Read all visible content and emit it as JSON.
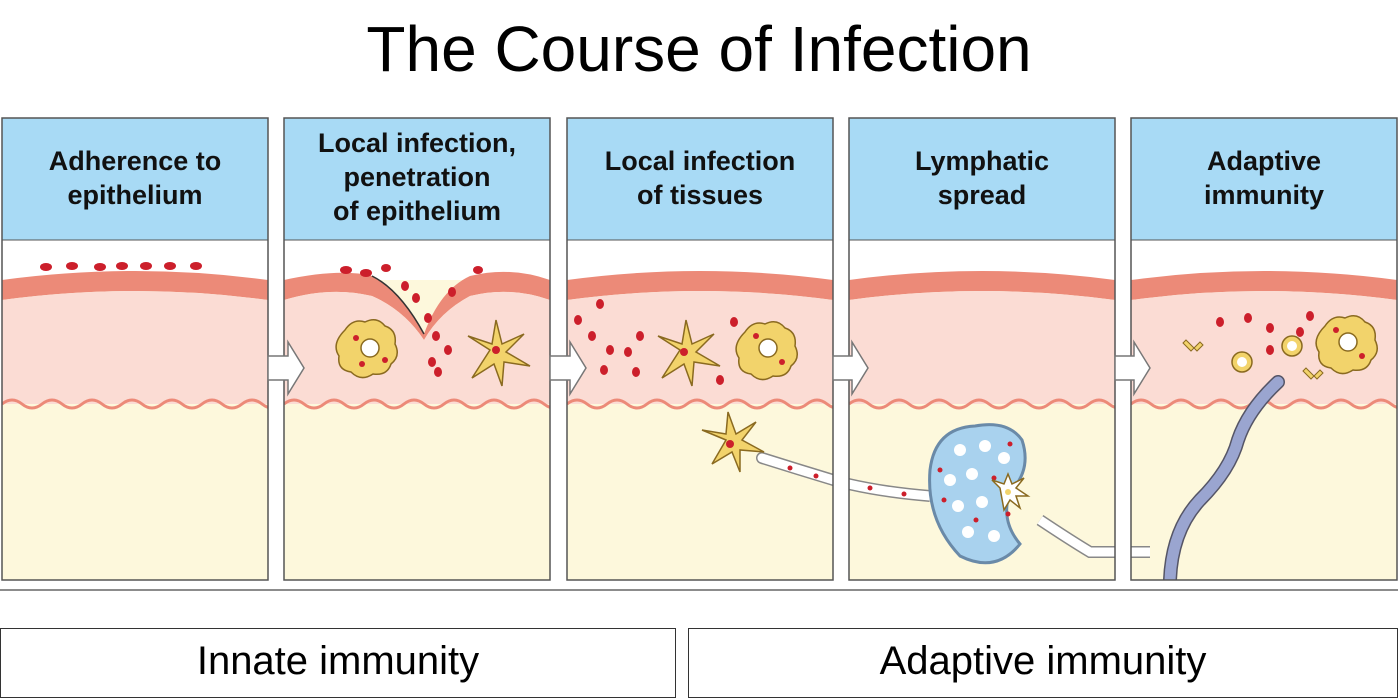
{
  "title": "The Course of Infection",
  "panels": [
    {
      "line1": "Adherence to",
      "line2": "epithelium",
      "line3": ""
    },
    {
      "line1": "Local infection,",
      "line2": "penetration",
      "line3": "of epithelium"
    },
    {
      "line1": "Local infection",
      "line2": "of tissues",
      "line3": ""
    },
    {
      "line1": "Lymphatic",
      "line2": "spread",
      "line3": ""
    },
    {
      "line1": "Adaptive",
      "line2": "immunity",
      "line3": ""
    }
  ],
  "bottom": {
    "innate": "Innate immunity",
    "adaptive": "Adaptive immunity"
  },
  "colors": {
    "header_bg": "#a8daf5",
    "epithelium": "#ec8a78",
    "tissue": "#fbdcd4",
    "deep_tissue": "#fdf8dc",
    "bacteria": "#cc1f2b",
    "cell": "#f2d36b",
    "lymph_node": "#a9d2ee",
    "vessel": "#9aa5d0"
  }
}
